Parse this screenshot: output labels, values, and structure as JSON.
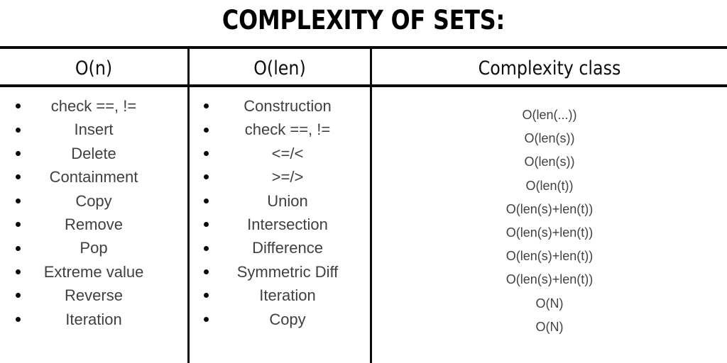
{
  "title": "COMPLEXITY OF SETS:",
  "table": {
    "headers": [
      {
        "label": "O(n)"
      },
      {
        "label": "O(len)"
      },
      {
        "label": "Complexity class"
      }
    ],
    "column_on": {
      "items": [
        "check ==, !=",
        "Insert",
        "Delete",
        "Containment",
        "Copy",
        "Remove",
        "Pop",
        "Extreme value",
        "Reverse",
        "Iteration"
      ]
    },
    "column_olen": {
      "items": [
        "Construction",
        "check ==, !=",
        "<=/<",
        ">=/>",
        "Union",
        "Intersection",
        "Difference",
        "Symmetric Diff",
        "Iteration",
        "Copy"
      ]
    },
    "column_complexity": {
      "items": [
        "O(len(...))",
        "O(len(s))",
        "O(len(s))",
        "O(len(t))",
        "O(len(s)+len(t))",
        "O(len(s)+len(t))",
        "O(len(s)+len(t))",
        "O(len(s)+len(t))",
        "O(N)",
        "O(N)"
      ]
    }
  },
  "colors": {
    "rule": "#0a0a0a",
    "title_text": "#000000",
    "body_text": "#404040",
    "background": "#ffffff"
  }
}
